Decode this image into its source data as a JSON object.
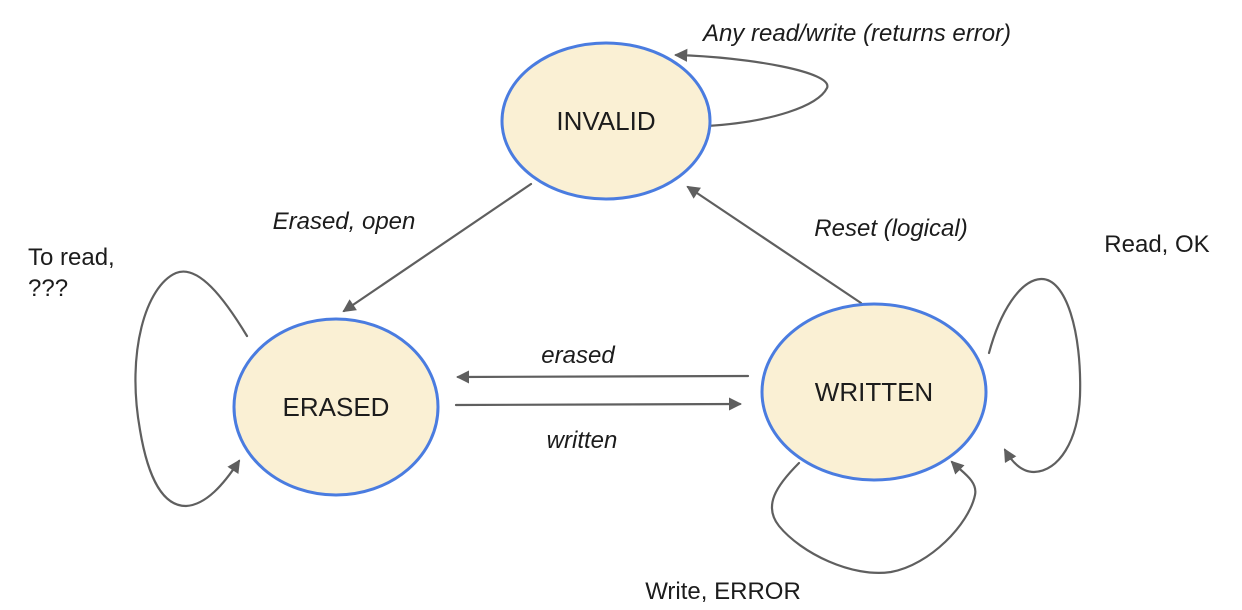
{
  "diagram": {
    "type": "state-machine",
    "states": {
      "invalid": {
        "label": "INVALID"
      },
      "erased": {
        "label": "ERASED"
      },
      "written": {
        "label": "WRITTEN"
      }
    },
    "transitions": {
      "invalid_self": {
        "from": "INVALID",
        "to": "INVALID",
        "label": "Any read/write (returns error)"
      },
      "invalid_to_erased": {
        "from": "INVALID",
        "to": "ERASED",
        "label": "Erased, open"
      },
      "written_to_invalid": {
        "from": "WRITTEN",
        "to": "INVALID",
        "label": "Reset (logical)"
      },
      "written_to_erased": {
        "from": "WRITTEN",
        "to": "ERASED",
        "label": "erased"
      },
      "erased_to_written": {
        "from": "ERASED",
        "to": "WRITTEN",
        "label": "written"
      },
      "erased_self": {
        "from": "ERASED",
        "to": "ERASED",
        "label_line1": "To read,",
        "label_line2": "???"
      },
      "written_self_read": {
        "from": "WRITTEN",
        "to": "WRITTEN",
        "label": "Read, OK"
      },
      "written_self_write": {
        "from": "WRITTEN",
        "to": "WRITTEN",
        "label": "Write, ERROR"
      }
    },
    "colors": {
      "state_fill": "#faf0d4",
      "state_border": "#4a7ce0",
      "arrow": "#5f5f5f",
      "text": "#1c1c1c"
    }
  }
}
